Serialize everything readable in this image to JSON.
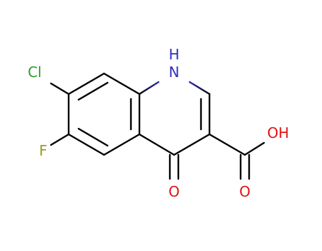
{
  "molecule": {
    "atom_labels": {
      "nh": "H",
      "n": "N",
      "cl": "Cl",
      "f": "F",
      "oh": "OH",
      "ketone_o": "O",
      "acid_o": "O"
    },
    "colors": {
      "bond": "#000000",
      "nitrogen": "#2c2cbf",
      "chlorine": "#2e9a2e",
      "fluorine": "#9a9a1e",
      "oxygen": "#e01010"
    }
  }
}
